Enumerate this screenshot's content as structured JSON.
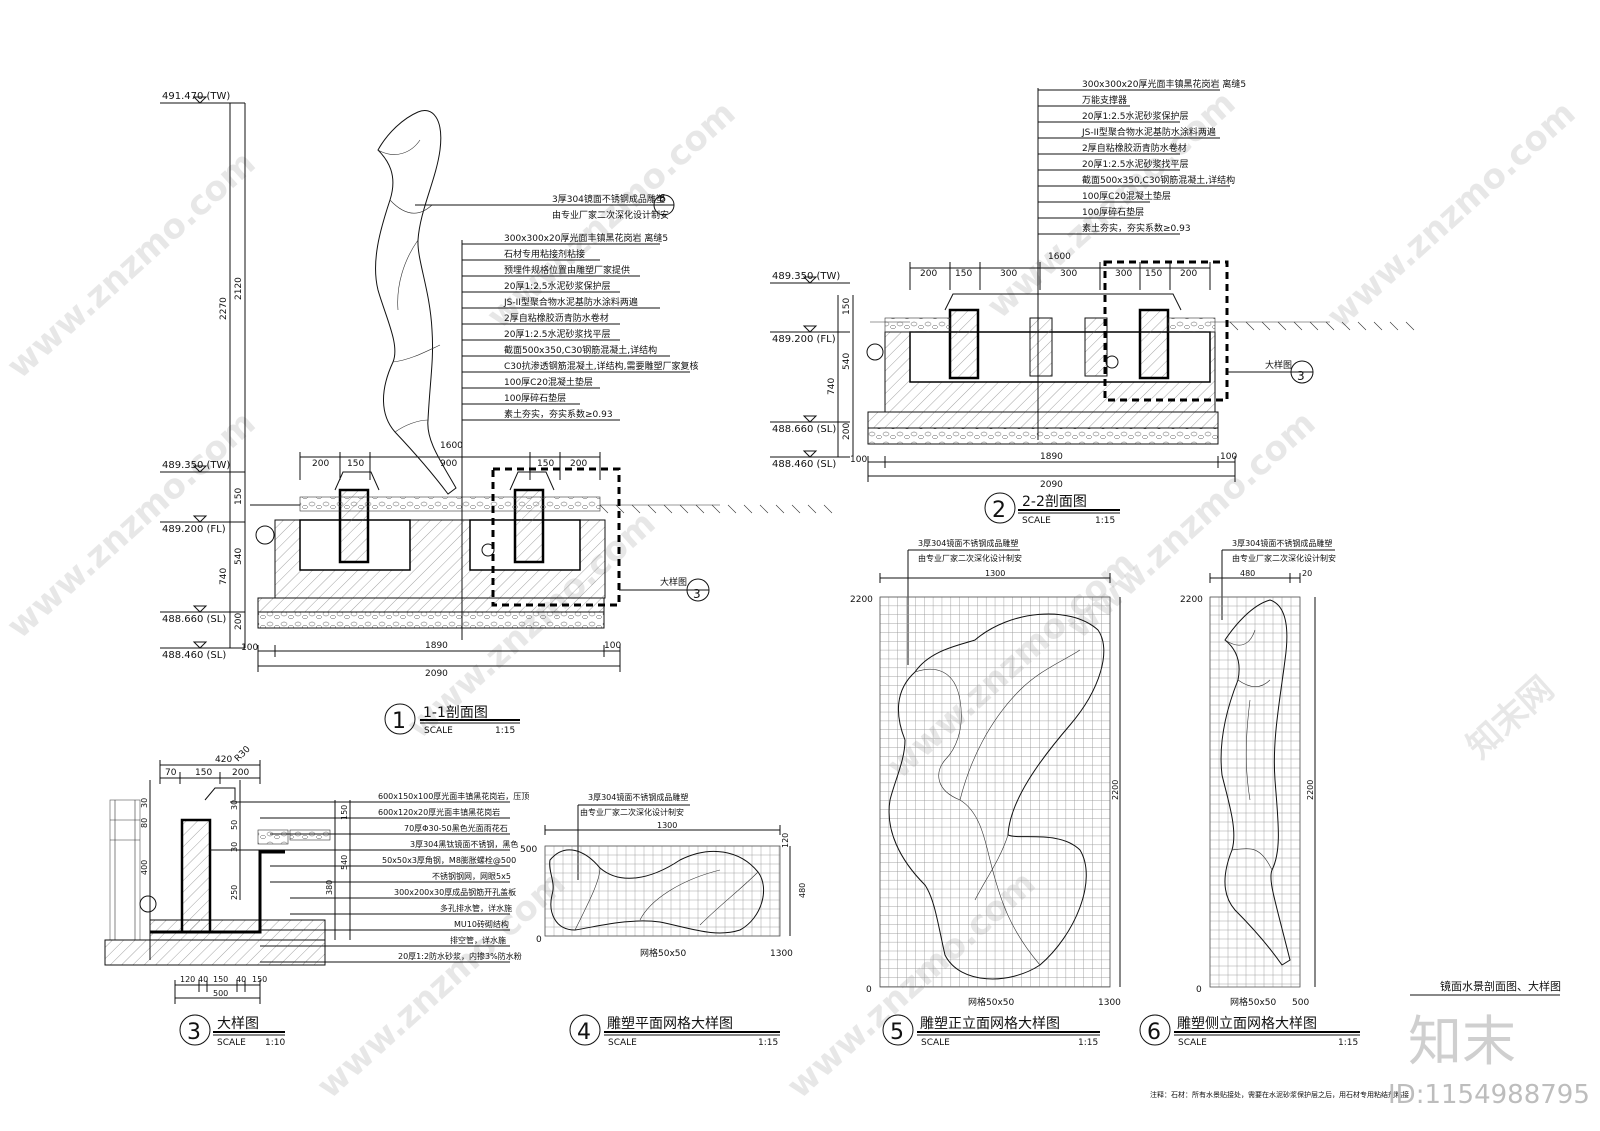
{
  "drawing_title": "镜面水景剖面图、大样图",
  "note": "注释：石材：所有水景贴接处，需要在水泥砂浆保护层之后，用石材专用粘结剂粘接",
  "watermark": {
    "site": "www.znzmo.com",
    "brand": "知末网",
    "logo": "知末",
    "id": "ID:1154988795"
  },
  "scale_word": "SCALE",
  "sec1": {
    "num": "1",
    "title": "1-1剖面图",
    "scale": "1:15",
    "levels": [
      "491.470 (TW)",
      "489.350 (TW)",
      "489.200 (FL)",
      "488.660 (SL)",
      "488.460 (SL)"
    ],
    "vdims": [
      "2270",
      "2120",
      "150",
      "540",
      "740",
      "200"
    ],
    "hdims_top": [
      "1600",
      "200",
      "150",
      "900",
      "150",
      "200"
    ],
    "hdims_bot": [
      "100",
      "1890",
      "100",
      "2090"
    ],
    "sculpt_label_1": "3厚304镜面不锈钢成品雕塑",
    "sculpt_label_2": "由专业厂家二次深化设计制安",
    "sculpt_ref": "6",
    "layers": [
      "300x300x20厚光面丰镇黑花岗岩 离缝5",
      "石材专用粘接剂粘接",
      "预埋件规格位置由雕塑厂家提供",
      "20厚1:2.5水泥砂浆保护层",
      "JS-II型聚合物水泥基防水涂料两遍",
      "2厚自粘橡胶沥青防水卷材",
      "20厚1:2.5水泥砂浆找平层",
      "截面500x350,C30钢筋混凝土,详结构",
      "C30抗渗透钢筋混凝土,详结构,需要雕塑厂家复核",
      "100厚C20混凝土垫层",
      "100厚碎石垫层",
      "素土夯实，夯实系数≥0.93"
    ],
    "detail_label": "大样图",
    "detail_ref": "3"
  },
  "sec2": {
    "num": "2",
    "title": "2-2剖面图",
    "scale": "1:15",
    "levels": [
      "489.350 (TW)",
      "489.200 (FL)",
      "488.660 (SL)",
      "488.460 (SL)"
    ],
    "vdims": [
      "150",
      "540",
      "740",
      "200"
    ],
    "hdims_top": [
      "1600",
      "200",
      "150",
      "300",
      "300",
      "300",
      "150",
      "200"
    ],
    "hdims_bot": [
      "100",
      "1890",
      "100",
      "2090"
    ],
    "layers": [
      "300x300x20厚光面丰镇黑花岗岩 离缝5",
      "万能支撑器",
      "20厚1:2.5水泥砂浆保护层",
      "JS-II型聚合物水泥基防水涂料两遍",
      "2厚自粘橡胶沥青防水卷材",
      "20厚1:2.5水泥砂浆找平层",
      "截面500x350,C30钢筋混凝土,详结构",
      "100厚C20混凝土垫层",
      "100厚碎石垫层",
      "素土夯实，夯实系数≥0.93"
    ],
    "detail_label": "大样图",
    "detail_ref": "3"
  },
  "sec3": {
    "num": "3",
    "title": "大样图",
    "scale": "1:10",
    "top_dims": [
      "420",
      "70",
      "150",
      "200"
    ],
    "radius": "R30",
    "left_dims": [
      "30",
      "80",
      "30",
      "50",
      "30",
      "400",
      "250"
    ],
    "right_dims": [
      "150",
      "540",
      "380"
    ],
    "bot_dims": [
      "120",
      "40",
      "150",
      "40",
      "150",
      "500"
    ],
    "layers": [
      "600x150x100厚光面丰镇黑花岗岩，压顶",
      "600x120x20厚光面丰镇黑花岗岩",
      "70厚Φ30-50黑色光面雨花石",
      "3厚304黑钛镜面不锈钢，黑色",
      "50x50x3厚角钢，M8膨胀螺栓@500",
      "不锈钢钢网，网眼5x5",
      "300x200x30厚成品钢筋开孔盖板",
      "多孔排水管，详水施",
      "MU10砖砌结构",
      "排空管，详水施",
      "20厚1:2防水砂浆，内掺3%防水粉"
    ]
  },
  "sec4": {
    "num": "4",
    "title": "雕塑平面网格大样图",
    "scale": "1:15",
    "label_1": "3厚304镜面不锈钢成品雕塑",
    "label_2": "由专业厂家二次深化设计制安",
    "top_dim": "1300",
    "right_dims": [
      "120",
      "480"
    ],
    "axis": [
      "500",
      "0",
      "1300"
    ],
    "grid_note": "网格50x50"
  },
  "sec5": {
    "num": "5",
    "title": "雕塑正立面网格大样图",
    "scale": "1:15",
    "label_1": "3厚304镜面不锈钢成品雕塑",
    "label_2": "由专业厂家二次深化设计制安",
    "top_dim": "1300",
    "right_dim": "2200",
    "axis": [
      "2200",
      "0",
      "1300"
    ],
    "grid_note": "网格50x50"
  },
  "sec6": {
    "num": "6",
    "title": "雕塑侧立面网格大样图",
    "scale": "1:15",
    "label_1": "3厚304镜面不锈钢成品雕塑",
    "label_2": "由专业厂家二次深化设计制安",
    "top_dims": [
      "480",
      "20"
    ],
    "right_dim": "2200",
    "axis": [
      "2200",
      "0",
      "500"
    ],
    "grid_note": "网格50x50"
  }
}
